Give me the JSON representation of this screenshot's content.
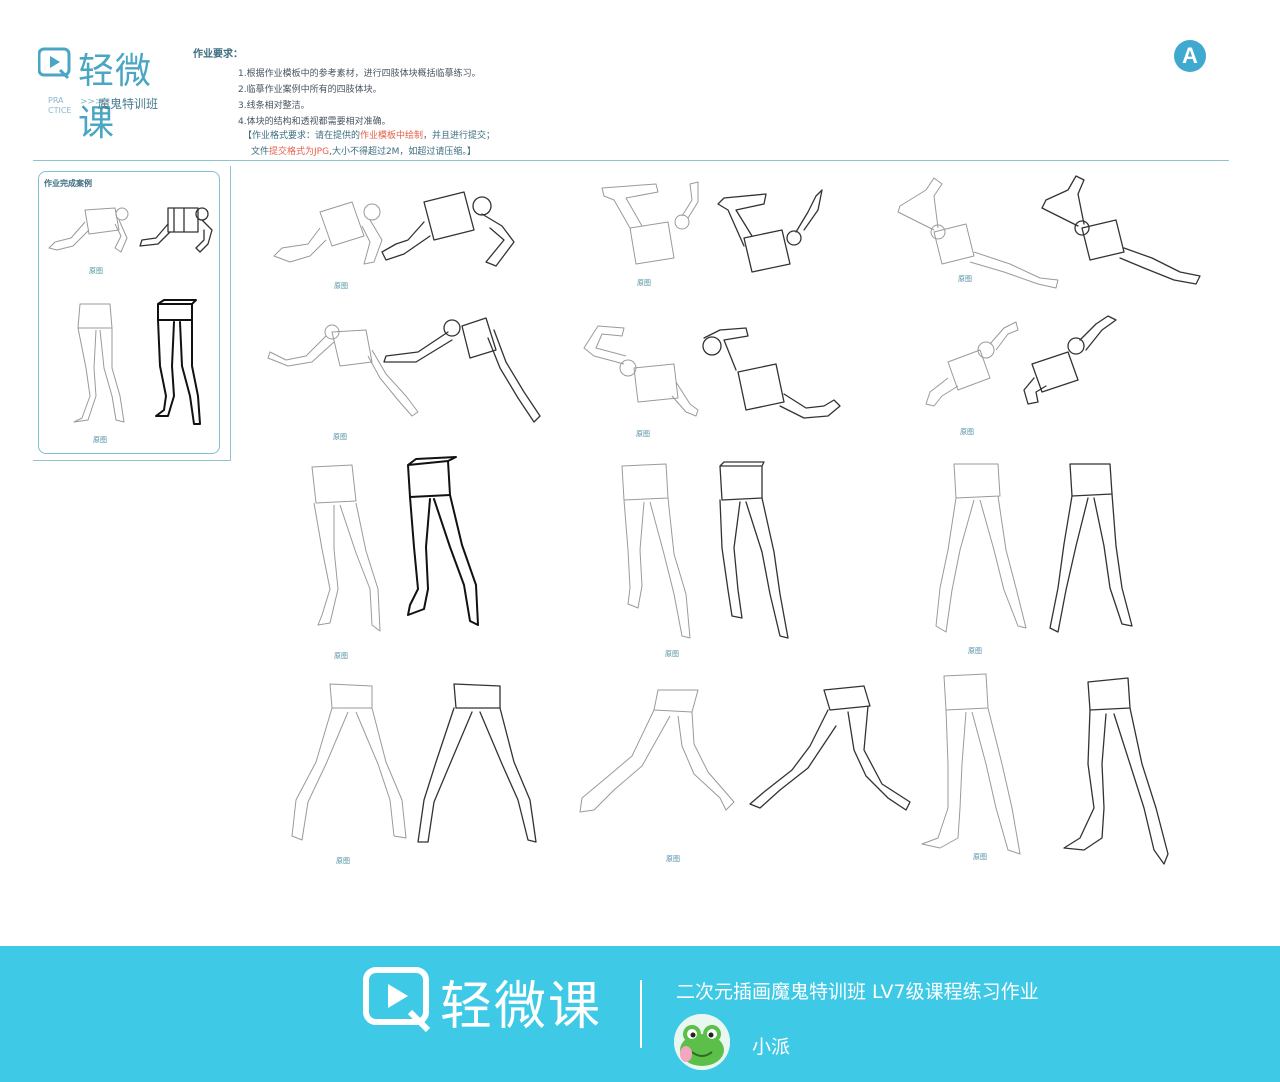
{
  "header": {
    "logo_text": "轻微课",
    "practice_tag": "PRA\nCTICE",
    "practice_arrow": ">>>",
    "subtitle": "魔鬼特训班",
    "badge": "A"
  },
  "requirements": {
    "title": "作业要求：",
    "items": [
      "1.根据作业模板中的参考素材，进行四肢体块概括临摹练习。",
      "2.临摹作业案例中所有的四肢体块。",
      "3.线条相对整洁。",
      "4.体块的结构和透视都需要相对准确。"
    ],
    "format_line1_a": "【作业格式要求：请在提供的",
    "format_line1_red": "作业模板中绘制",
    "format_line1_b": "，并且进行提交；",
    "format_line2_a": "文件",
    "format_line2_red": "提交格式为JPG",
    "format_line2_b": ",大小不得超过2M，如超过请压缩。】"
  },
  "example_panel": {
    "title": "作业完成案例",
    "caption_top": "原图",
    "caption_bottom": "原图"
  },
  "captions": {
    "c1": "原图",
    "c2": "原图",
    "c3": "原图",
    "c4": "原图",
    "c5": "原图",
    "c6": "原图",
    "c7": "原图",
    "c8": "原图",
    "c9": "原图",
    "c10": "原图",
    "c11": "原图",
    "c12": "原图"
  },
  "footer": {
    "logo_text": "轻微课",
    "course_title": "二次元插画魔鬼特训班 LV7级课程练习作业",
    "student_name": "小派"
  },
  "colors": {
    "brand": "#3ec9e6",
    "accent_text": "#4aa6c2",
    "highlight_red": "#e55f4a",
    "badge": "#3fa9d0"
  }
}
